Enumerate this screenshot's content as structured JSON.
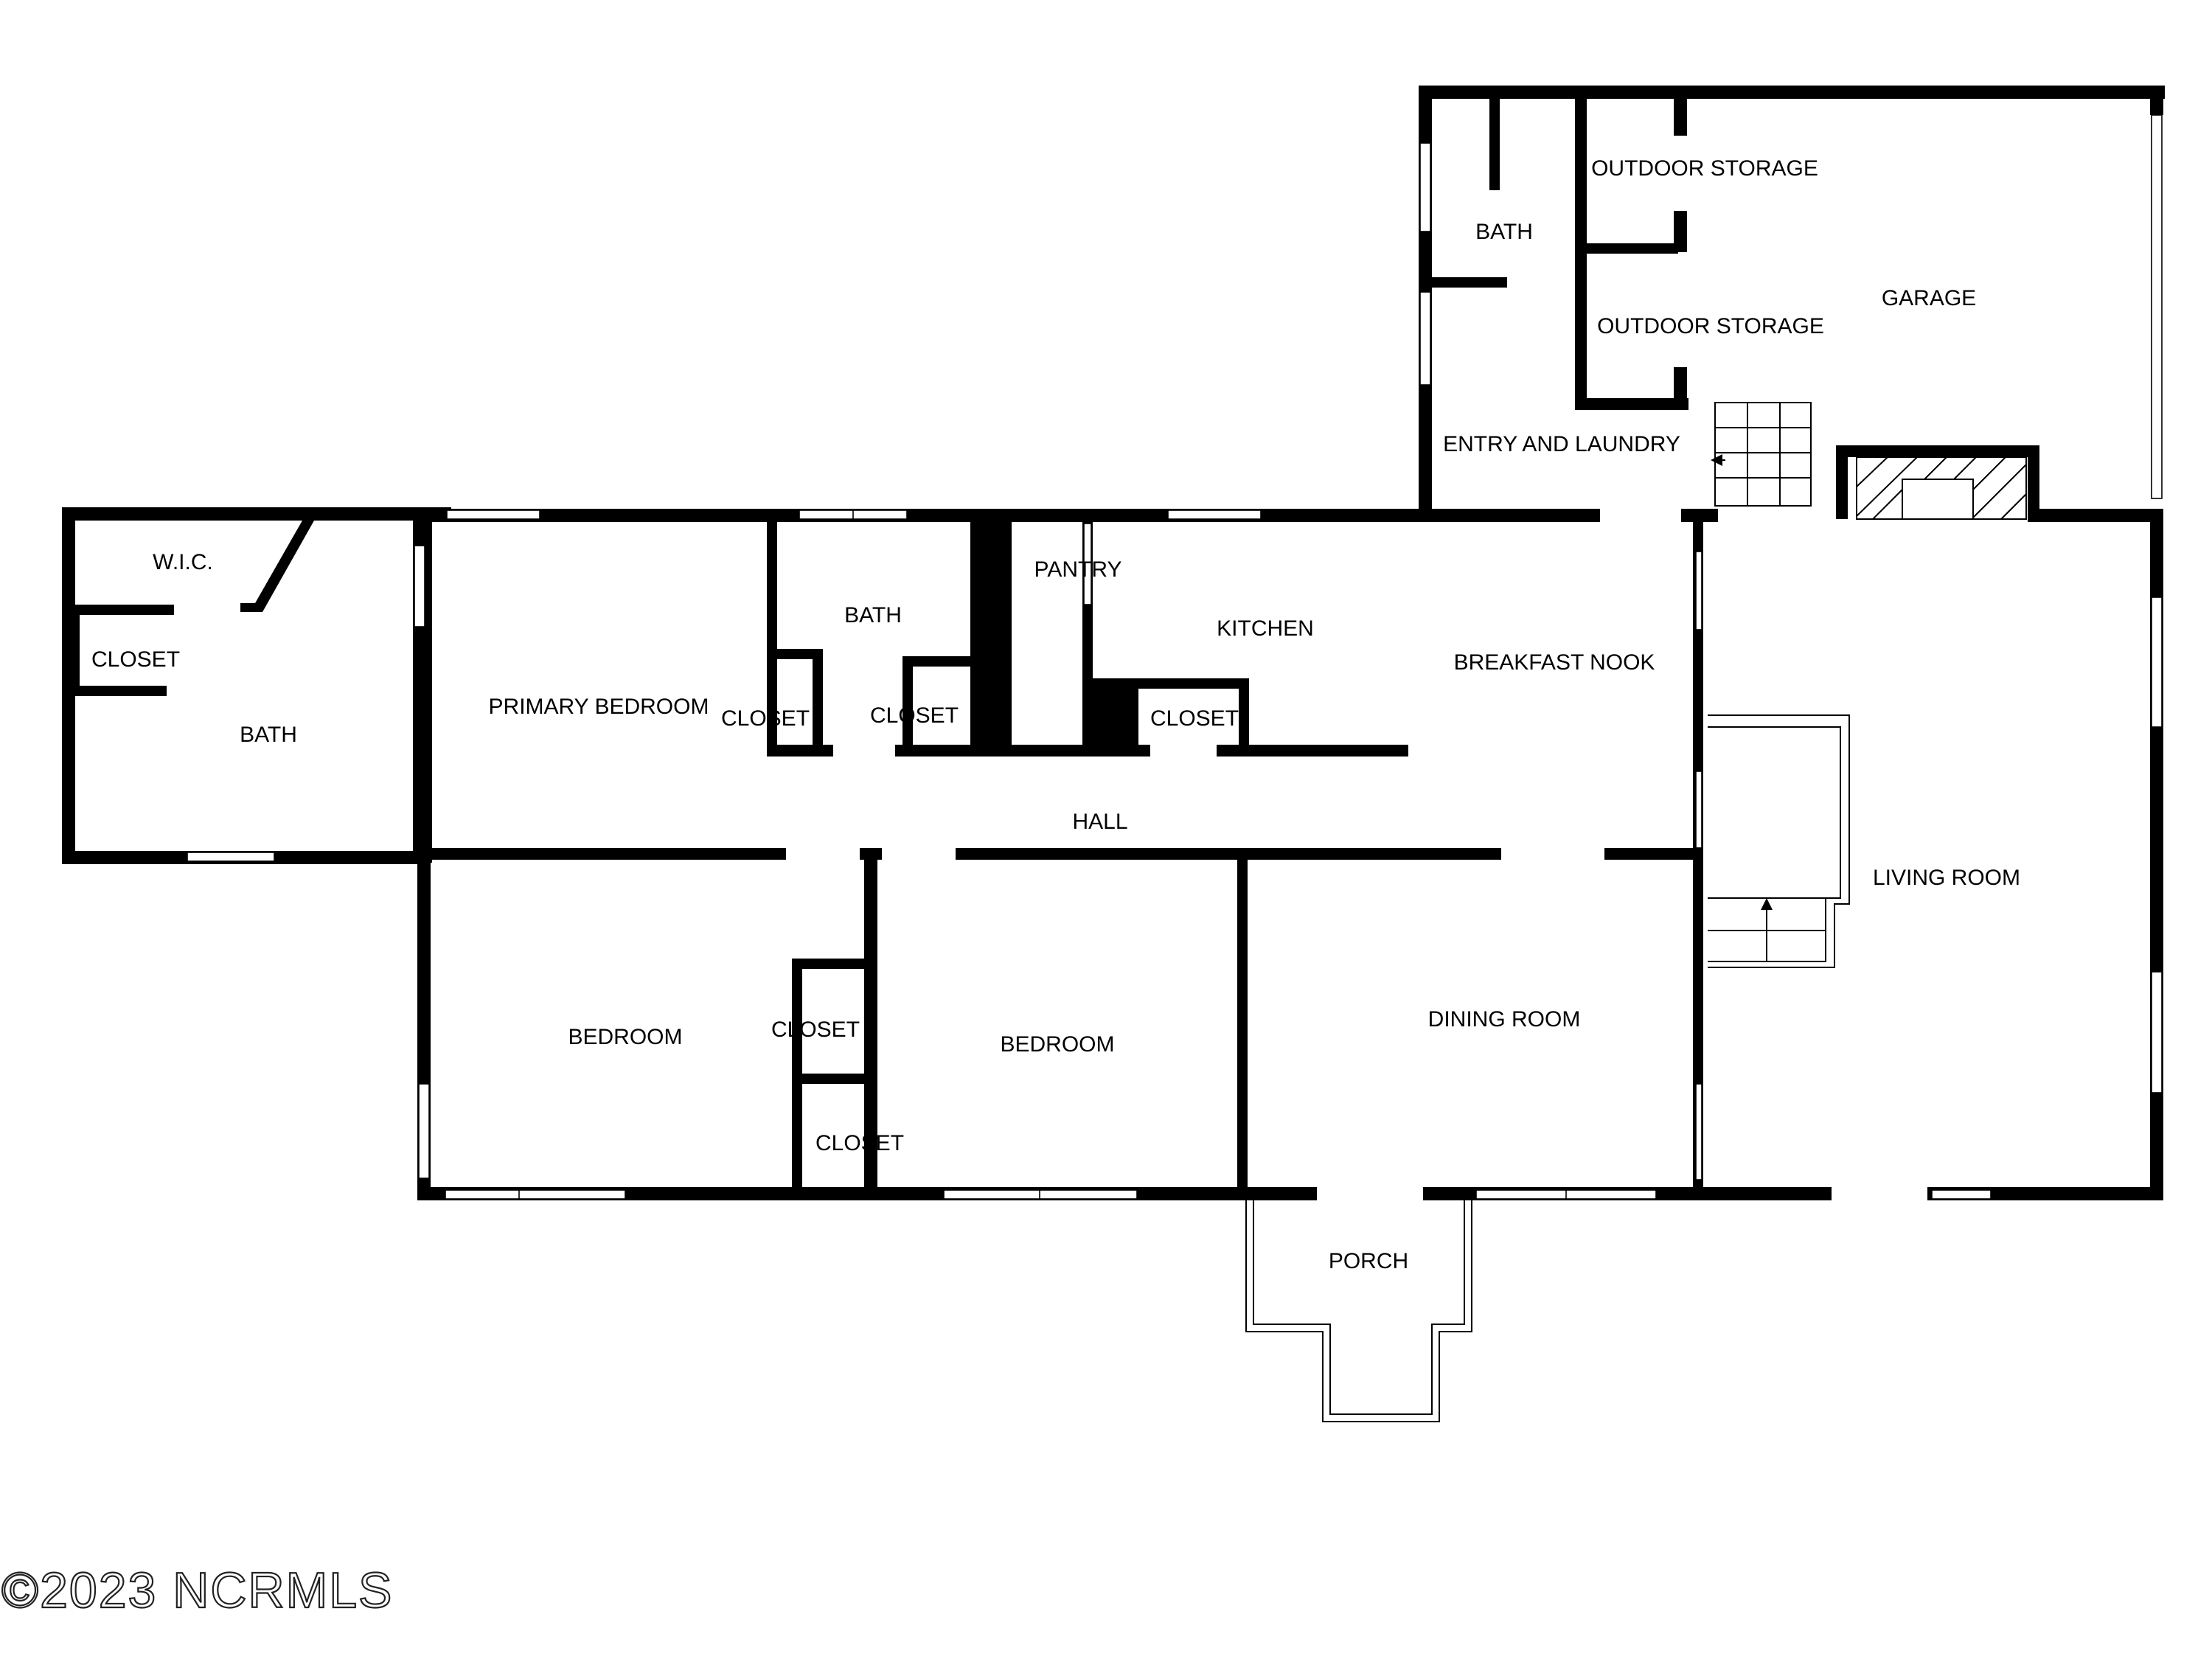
{
  "rooms": {
    "wic": "W.I.C.",
    "closet_master": "CLOSET",
    "bath_master": "BATH",
    "primary_bedroom": "PRIMARY BEDROOM",
    "closet_primary": "CLOSET",
    "bath_hall": "BATH",
    "closet_bath": "CLOSET",
    "pantry": "PANTRY",
    "kitchen": "KITCHEN",
    "closet_kitchen": "CLOSET",
    "breakfast_nook": "BREAKFAST NOOK",
    "hall": "HALL",
    "bath_entry": "BATH",
    "outdoor_storage_1": "OUTDOOR STORAGE",
    "outdoor_storage_2": "OUTDOOR STORAGE",
    "garage": "GARAGE",
    "entry_laundry": "ENTRY AND LAUNDRY",
    "living_room": "LIVING ROOM",
    "bedroom_1": "BEDROOM",
    "closet_bed_1": "CLOSET",
    "closet_bed_2": "CLOSET",
    "bedroom_2": "BEDROOM",
    "dining_room": "DINING ROOM",
    "porch": "PORCH"
  },
  "watermark": "©2023 NCRMLS"
}
